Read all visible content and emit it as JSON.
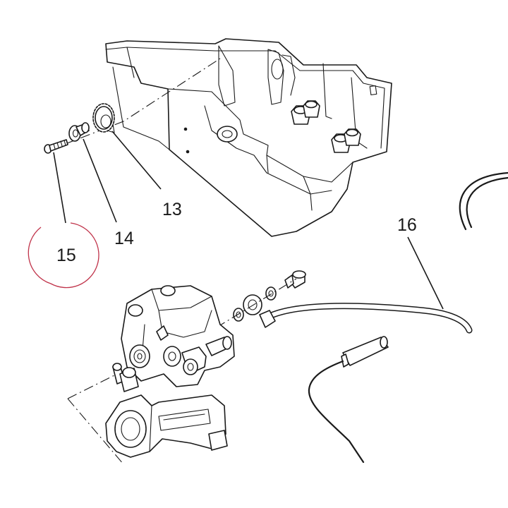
{
  "callouts": {
    "part_13": "13",
    "part_14": "14",
    "part_15": "15",
    "part_16": "16"
  },
  "highlight": {
    "circled_part": "15",
    "circle_color": "#c0334a"
  },
  "colors": {
    "line": "#1a1a1a",
    "background": "#ffffff"
  }
}
